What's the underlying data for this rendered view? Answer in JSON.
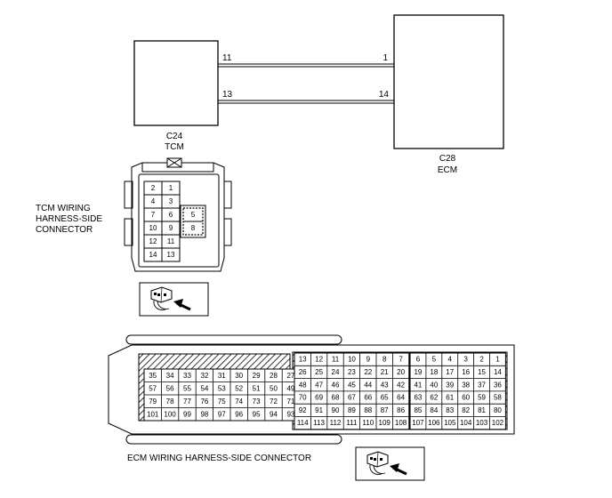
{
  "wiring": {
    "tcm": {
      "code": "C24",
      "name": "TCM"
    },
    "ecm": {
      "code": "C28",
      "name": "ECM"
    },
    "circuits": [
      {
        "tcm_pin": "11",
        "ecm_pin": "1"
      },
      {
        "tcm_pin": "13",
        "ecm_pin": "14"
      }
    ]
  },
  "tcm_connector": {
    "title_lines": [
      "TCM WIRING",
      "HARNESS-SIDE",
      "CONNECTOR"
    ],
    "left_pins": [
      "2",
      "4",
      "7",
      "10",
      "12",
      "14"
    ],
    "right_pins": [
      "1",
      "3",
      "6",
      "9",
      "11",
      "13"
    ],
    "inset_pins": [
      "5",
      "8"
    ]
  },
  "ecm_connector": {
    "title": "ECM WIRING HARNESS-SIDE CONNECTOR",
    "left_block": [
      [
        "35",
        "34",
        "33",
        "32",
        "31",
        "30",
        "29",
        "28",
        "27"
      ],
      [
        "57",
        "56",
        "55",
        "54",
        "53",
        "52",
        "51",
        "50",
        "49"
      ],
      [
        "79",
        "78",
        "77",
        "76",
        "75",
        "74",
        "73",
        "72",
        "71"
      ],
      [
        "101",
        "100",
        "99",
        "98",
        "97",
        "96",
        "95",
        "94",
        "93"
      ]
    ],
    "mid_block": [
      [
        "13",
        "12",
        "11",
        "10",
        "9",
        "8",
        "7"
      ],
      [
        "26",
        "25",
        "24",
        "23",
        "22",
        "21",
        "20"
      ],
      [
        "48",
        "47",
        "46",
        "45",
        "44",
        "43",
        "42"
      ],
      [
        "70",
        "69",
        "68",
        "67",
        "66",
        "65",
        "64"
      ],
      [
        "92",
        "91",
        "90",
        "89",
        "88",
        "87",
        "86"
      ],
      [
        "114",
        "113",
        "112",
        "111",
        "110",
        "109",
        "108"
      ]
    ],
    "right_block": [
      [
        "6",
        "5",
        "4",
        "3",
        "2",
        "1"
      ],
      [
        "19",
        "18",
        "17",
        "16",
        "15",
        "14"
      ],
      [
        "41",
        "40",
        "39",
        "38",
        "37",
        "36"
      ],
      [
        "63",
        "62",
        "61",
        "60",
        "59",
        "58"
      ],
      [
        "85",
        "84",
        "83",
        "82",
        "81",
        "80"
      ],
      [
        "107",
        "106",
        "105",
        "104",
        "103",
        "102"
      ]
    ]
  },
  "icons": {
    "tcm_view": "connector-front-view-icon",
    "ecm_view": "connector-front-view-icon"
  }
}
